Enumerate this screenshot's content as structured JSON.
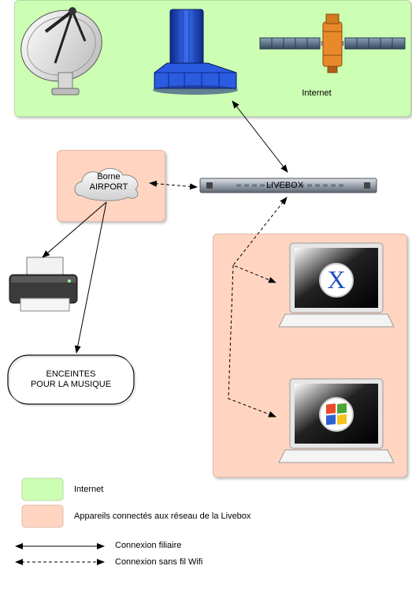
{
  "colors": {
    "internet_zone": "#ccffb3",
    "network_zone": "#ffd5c2",
    "stroke": "#000000"
  },
  "nodes": {
    "internet_label": "Internet",
    "airport_label_line1": "Borne",
    "airport_label_line2": "AIRPORT",
    "livebox_label": "LIVEBOX",
    "speakers_line1": "ENCEINTES",
    "speakers_line2": "POUR LA MUSIQUE",
    "mac_logo_letter": "X"
  },
  "legend": {
    "internet": "Internet",
    "network": "Appareils connectés aux réseau de la Livebox",
    "wired": "Connexion filiaire",
    "wifi": "Connexion sans fil Wifi"
  }
}
